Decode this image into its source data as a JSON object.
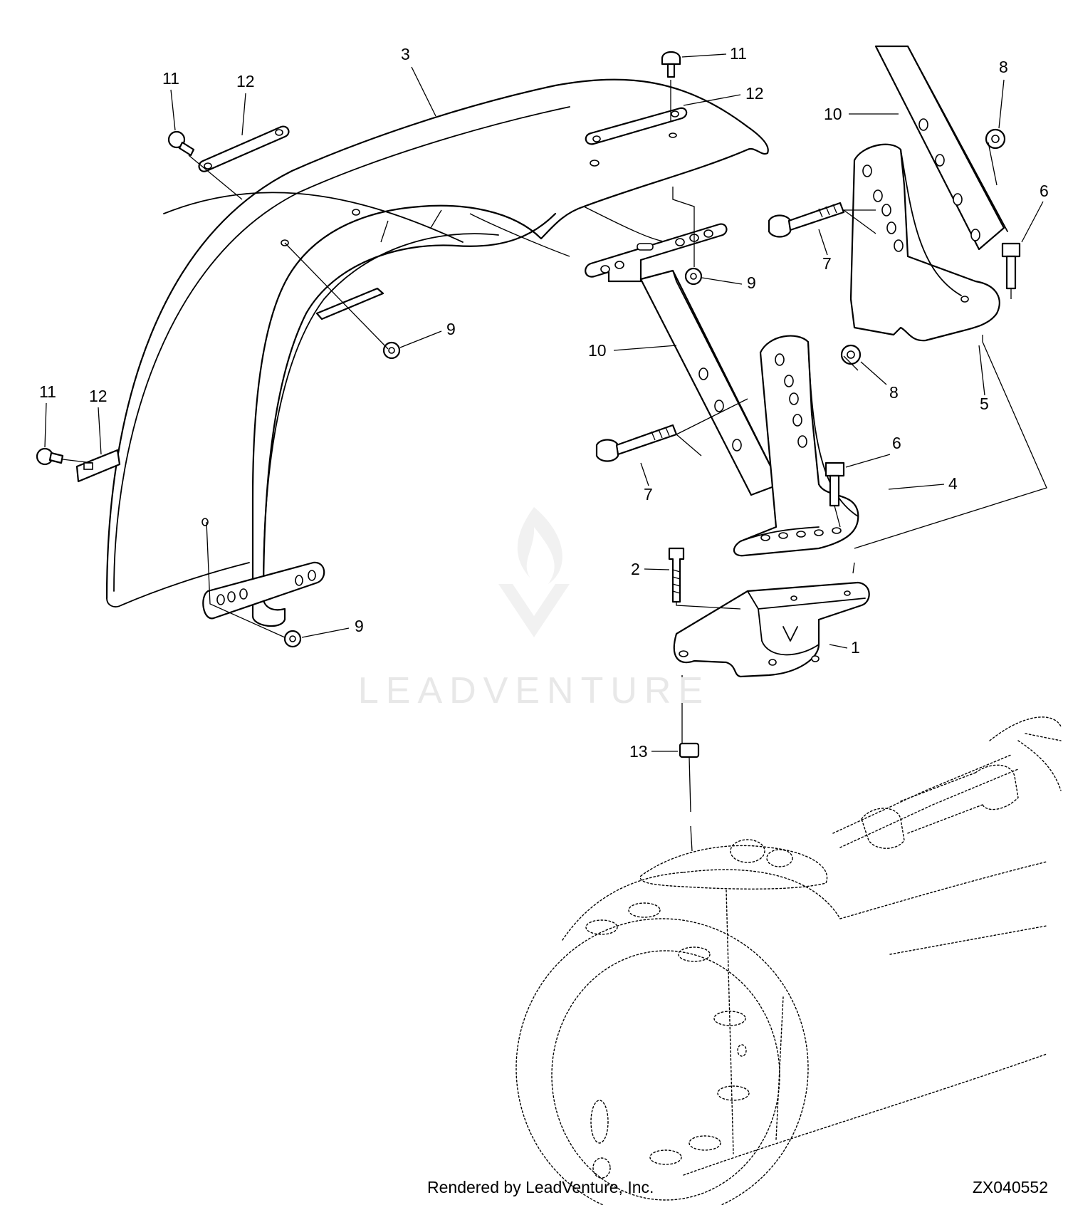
{
  "figure": {
    "callouts": {
      "c1": "1",
      "c2": "2",
      "c3": "3",
      "c4": "4",
      "c5": "5",
      "c6a": "6",
      "c6b": "6",
      "c7a": "7",
      "c7b": "7",
      "c8a": "8",
      "c8b": "8",
      "c9a": "9",
      "c9b": "9",
      "c9c": "9",
      "c10a": "10",
      "c10b": "10",
      "c11a": "11",
      "c11b": "11",
      "c11c": "11",
      "c12a": "12",
      "c12b": "12",
      "c12c": "12",
      "c13": "13"
    },
    "credit": "Rendered by LeadVenture, Inc.",
    "figure_id": "ZX040552"
  },
  "watermark": {
    "text": "LEADVENTURE",
    "color": "#e8e8e8"
  },
  "colors": {
    "line": "#000000",
    "background": "#ffffff"
  }
}
